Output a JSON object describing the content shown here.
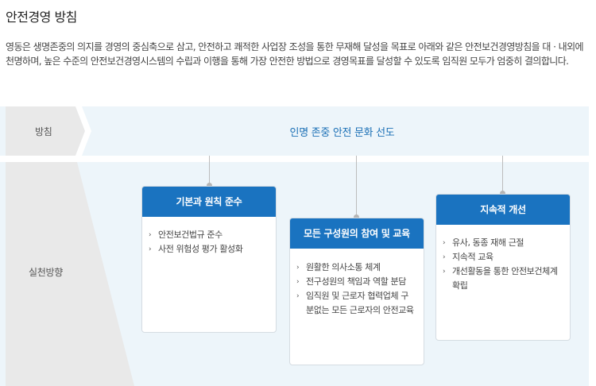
{
  "page": {
    "title": "안전경영 방침",
    "intro": "영동은 생명존중의 의지를 경영의 중심축으로 삼고, 안전하고 쾌적한 사업장 조성을 통한 무재해 달성을 목표로 아래와 같은 안전보건경영방침을 대 · 내외에 천명하며, 높은 수준의 안전보건경영시스템의 수립과 이행을 통해 가장 안전한 방법으로 경영목표를 달성할 수 있도록 임직원 모두가 엄중히 결의합니다."
  },
  "policy": {
    "label": "방침",
    "text": "인명 존중 안전 문화 선도"
  },
  "practice": {
    "label": "실천방향",
    "cards": [
      {
        "title": "기본과 원칙 준수",
        "items": [
          "안전보건법규 준수",
          "사전 위험성 평가 활성화"
        ]
      },
      {
        "title": "모든 구성원의 참여 및 교육",
        "items": [
          "원활한 의사소통 체계",
          "전구성원의 책임과 역할 분담",
          "임직원 및 근로자 협력업체 구분없는 모든 근로자의 안전교육"
        ]
      },
      {
        "title": "지속적 개선",
        "items": [
          "유사, 동종 재해 근절",
          "지속적 교육",
          "개선활동을 통한 안전보건체계 확립"
        ]
      }
    ]
  },
  "icons": {
    "bullet": "chevron-right-icon"
  },
  "colors": {
    "accent": "#1a73c0",
    "policy_text": "#1a6fb5",
    "band": "#edf5fa"
  }
}
